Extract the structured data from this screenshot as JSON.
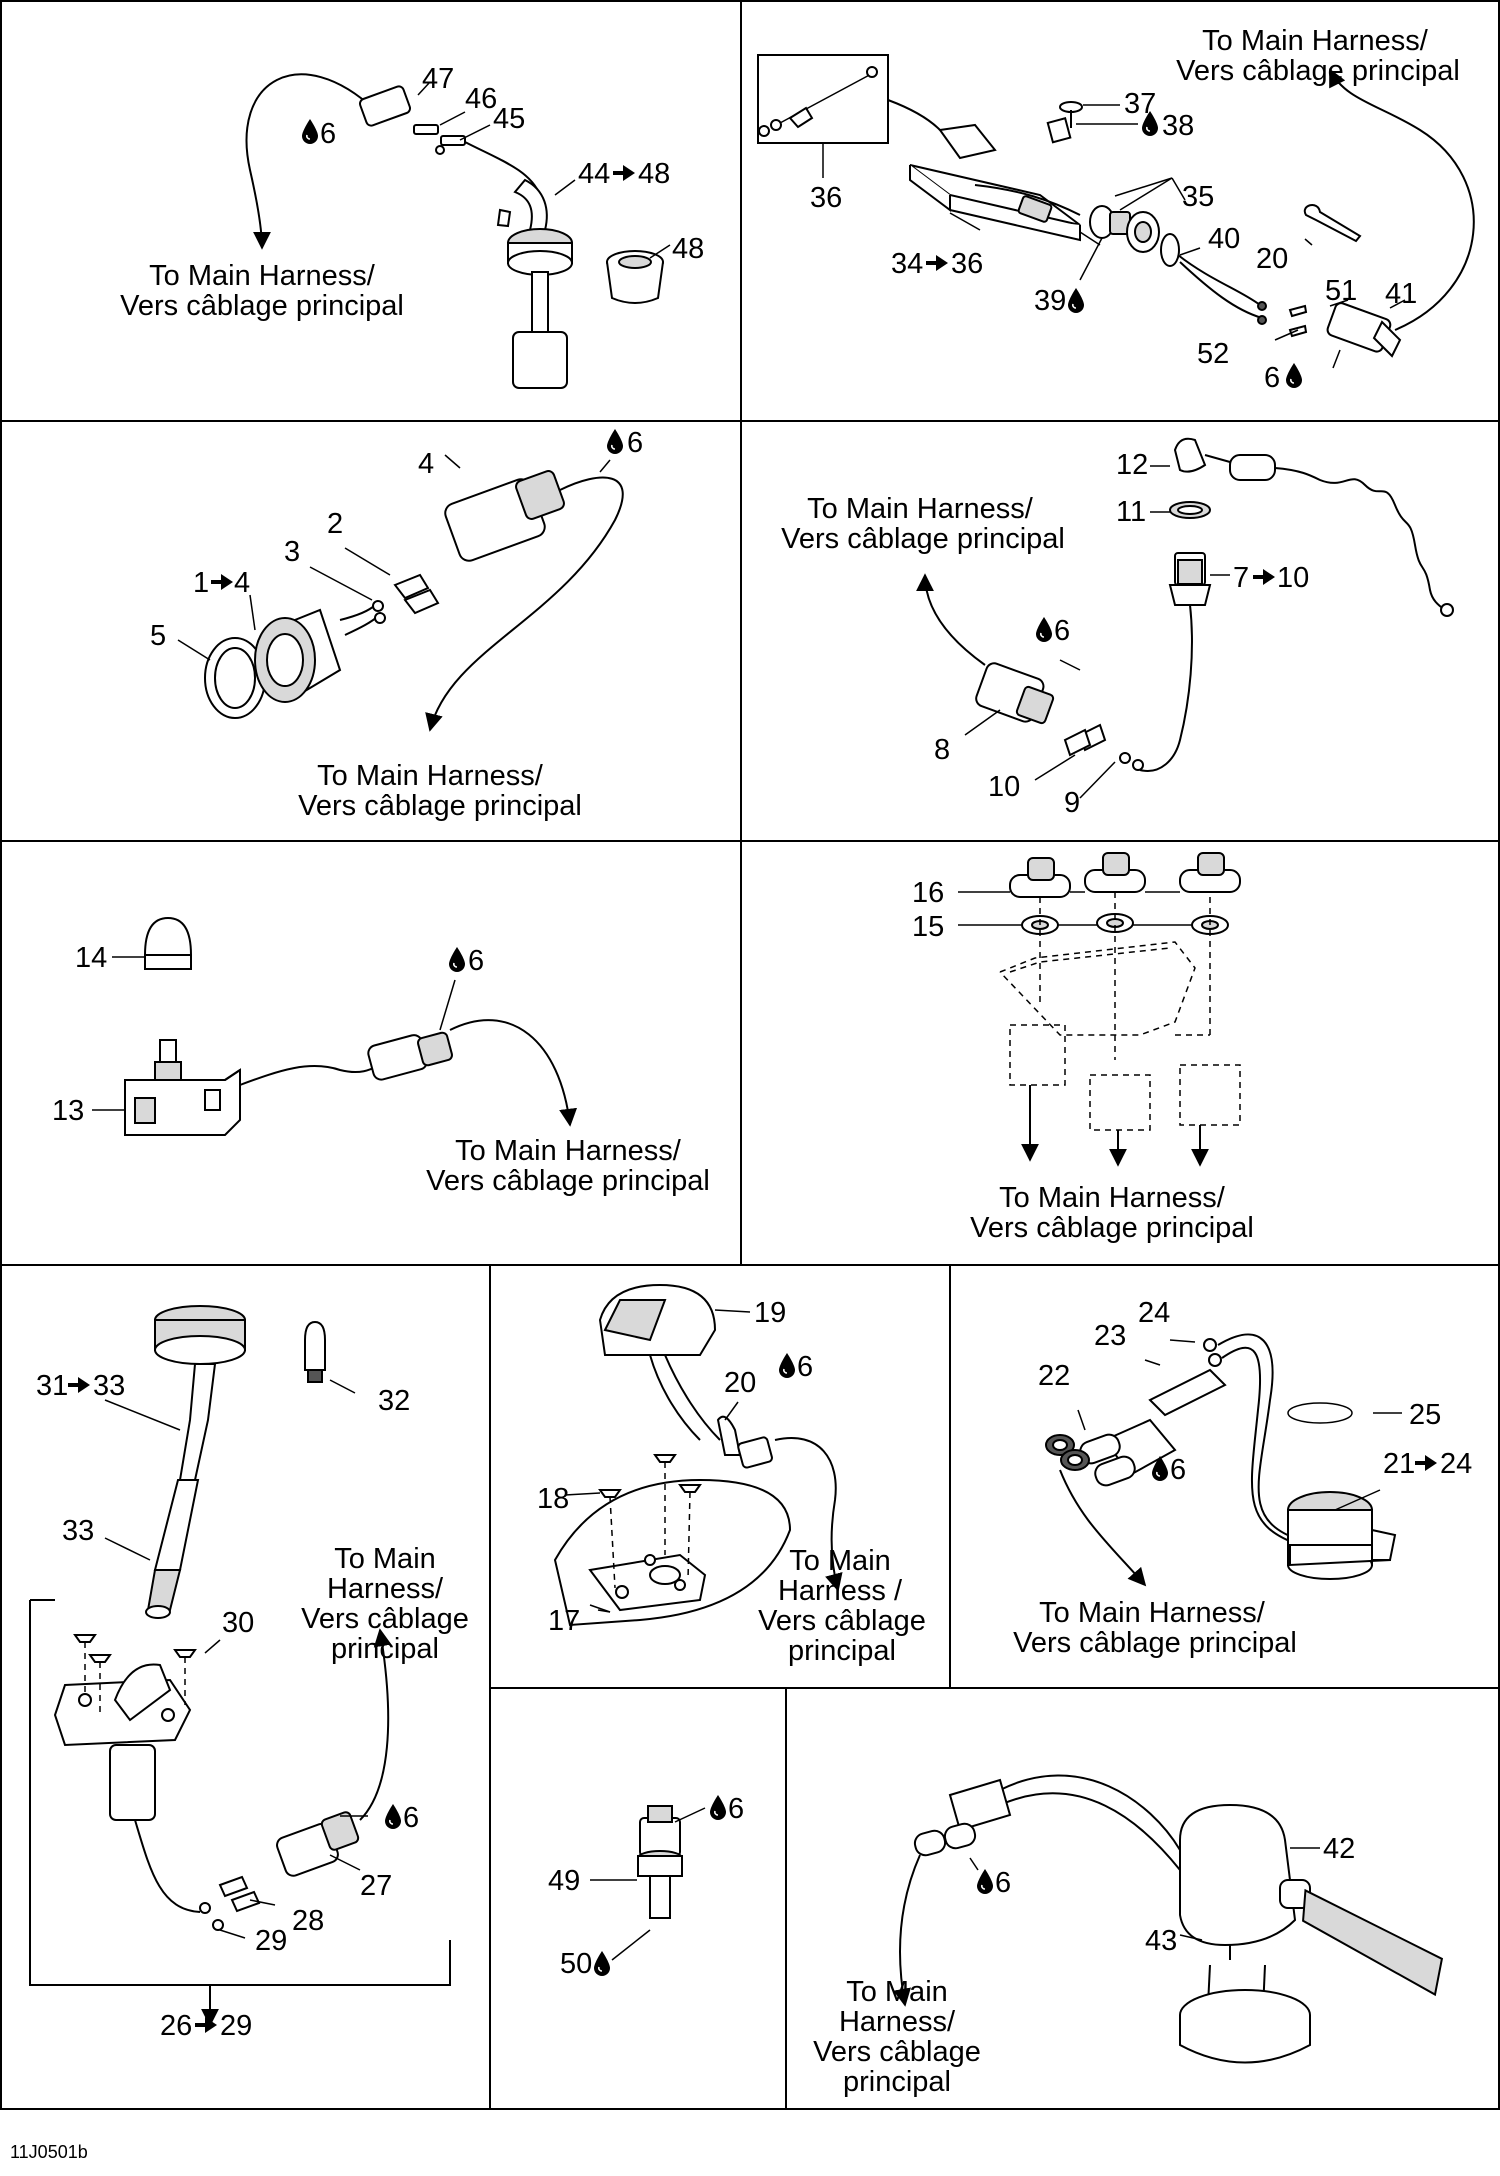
{
  "caption_en": "To Main Harness/",
  "caption_fr": "Vers câblage principal",
  "caption_split": [
    "To Main",
    "Harness/",
    "Vers câblage",
    "principal"
  ],
  "caption_split_b": [
    "To Main",
    "Harness /",
    "Vers câblage",
    "principal"
  ],
  "figure_code": "11J0501b",
  "symbols": {
    "drop": "droplet-icon",
    "arrow": "right-arrow-icon"
  },
  "panel_1": {
    "labels": [
      "47",
      "46",
      "45",
      "44",
      "48",
      "48",
      "6"
    ]
  },
  "panel_2": {
    "labels": [
      "37",
      "38",
      "36",
      "35",
      "40",
      "20",
      "34",
      "36",
      "39",
      "51",
      "41",
      "52",
      "6"
    ]
  },
  "panel_3": {
    "labels": [
      "4",
      "6",
      "2",
      "3",
      "1",
      "4",
      "5"
    ]
  },
  "panel_4": {
    "labels": [
      "12",
      "11",
      "7",
      "10",
      "6",
      "8",
      "10",
      "9"
    ]
  },
  "panel_5": {
    "labels": [
      "14",
      "6",
      "13"
    ]
  },
  "panel_6": {
    "labels": [
      "16",
      "15"
    ]
  },
  "panel_7": {
    "labels": [
      "31",
      "33",
      "32",
      "33",
      "30",
      "6",
      "27",
      "28",
      "29",
      "26",
      "29"
    ]
  },
  "panel_8": {
    "labels": [
      "19",
      "20",
      "6",
      "18",
      "17"
    ]
  },
  "panel_9": {
    "labels": [
      "24",
      "23",
      "22",
      "25",
      "6",
      "21",
      "24"
    ]
  },
  "panel_10": {
    "labels": [
      "6",
      "49",
      "50"
    ]
  },
  "panel_11": {
    "labels": [
      "42",
      "6",
      "43"
    ]
  }
}
